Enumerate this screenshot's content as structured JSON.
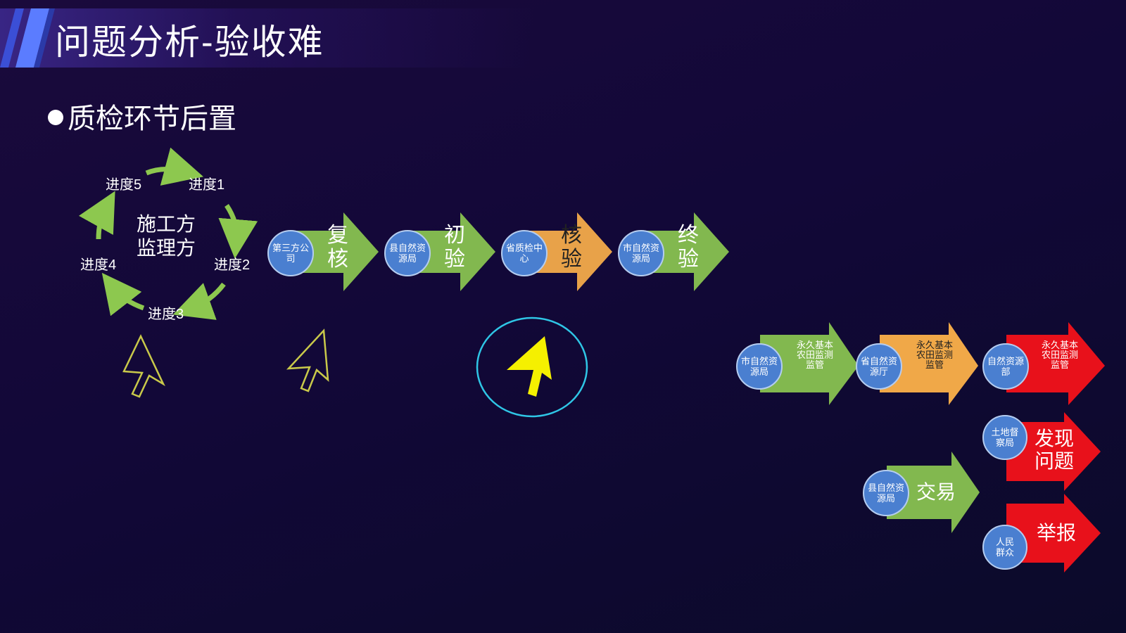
{
  "page_title": "问题分析-验收难",
  "bullet": "质检环节后置",
  "cycle": {
    "center_line1": "施工方",
    "center_line2": "监理方",
    "labels": [
      "进度1",
      "进度2",
      "进度3",
      "进度4",
      "进度5"
    ]
  },
  "steps": [
    {
      "org": "第三方公司",
      "action": "复核",
      "color": "#82b84f"
    },
    {
      "org": "县自然资源局",
      "action": "初验",
      "color": "#82b84f"
    },
    {
      "org": "省质检中心",
      "action": "核验",
      "color": "#e8a249"
    },
    {
      "org": "市自然资源局",
      "action": "终验",
      "color": "#82b84f"
    }
  ],
  "supervision": [
    {
      "org": "市自然资源局",
      "action": "永久基本农田监测监管",
      "color": "#82b84f"
    },
    {
      "org": "省自然资源厅",
      "action": "永久基本农田监测监管",
      "color": "#f0a848"
    },
    {
      "org": "自然资源部",
      "action": "永久基本农田监测监管",
      "color": "#e8111b"
    }
  ],
  "issues": [
    {
      "org": "土地督察局",
      "action": "发现问题",
      "color": "#e8111b"
    },
    {
      "org": "人民群众",
      "action": "举报",
      "color": "#e8111b"
    }
  ],
  "trade": {
    "org": "县自然资源局",
    "action": "交易",
    "color": "#82b84f"
  },
  "colors": {
    "cursor_highlight": "#f5f000",
    "cursor_outline": "#c9c94a",
    "ellipse": "#2fc6e6"
  }
}
